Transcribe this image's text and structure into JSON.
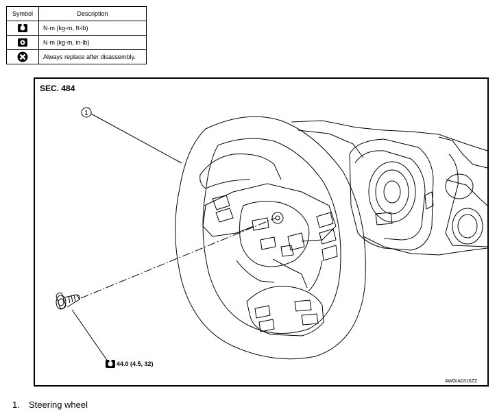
{
  "legend": {
    "header_symbol": "Symbol",
    "header_description": "Description",
    "rows": [
      {
        "icon": "torque-wrench-icon",
        "description": "N·m (kg-m, ft-lb)"
      },
      {
        "icon": "torque-wrench-small-icon",
        "description": "N·m (kg-m, in-lb)"
      },
      {
        "icon": "always-replace-icon",
        "description": "Always replace after disassembly."
      }
    ]
  },
  "diagram": {
    "section": "SEC. 484",
    "callout_number": "1",
    "torque_value": "44.0 (4.5, 32)",
    "figure_code": "AWGIA0316ZZ"
  },
  "caption": {
    "number": "1.",
    "text": "Steering wheel"
  }
}
